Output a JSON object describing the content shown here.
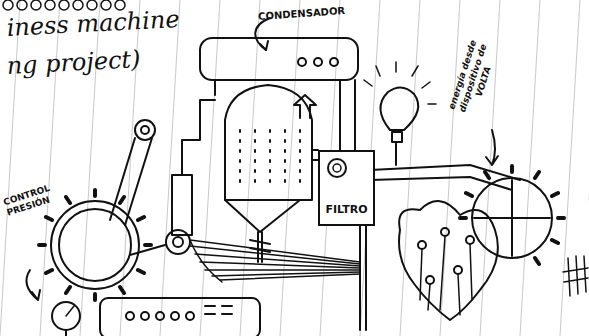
{
  "diagram": {
    "title": "iness machine",
    "nodes": [
      {
        "text": [
          "FILTRO"
        ]
      }
    ],
    "labels": [
      "ng project)",
      "CONDENSADOR",
      "CONTROL PRESIÓN",
      "energía desde dispositivo de VOLTA"
    ]
  }
}
